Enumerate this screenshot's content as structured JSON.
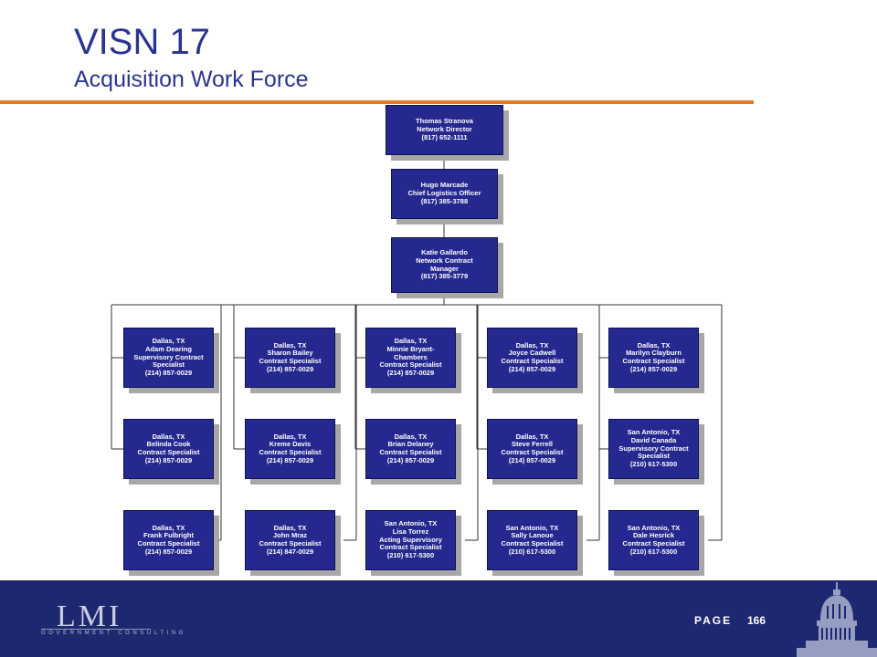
{
  "header": {
    "title": "VISN 17",
    "subtitle": "Acquisition Work Force"
  },
  "org_chart": {
    "director": [
      "Thomas Stranova",
      "Network Director",
      "(817) 652-1111"
    ],
    "logistics": [
      "Hugo Marcade",
      "Chief Logistics Officer",
      "(817) 385-3788"
    ],
    "contract_manager": [
      "Katie Gallardo",
      "Network Contract",
      "Manager",
      "(817) 385-3779"
    ],
    "columns": [
      [
        [
          "Dallas, TX",
          "Adam Dearing",
          "Supervisory Contract",
          "Specialist",
          "(214) 857-0029"
        ],
        [
          "Dallas, TX",
          "Belinda Cook",
          "Contract Specialist",
          "(214) 857-0029"
        ],
        [
          "Dallas, TX",
          "Frank Fulbright",
          "Contract Specialist",
          "(214) 857-0029"
        ]
      ],
      [
        [
          "Dallas, TX",
          "Sharon Bailey",
          "Contract Specialist",
          "(214) 857-0029"
        ],
        [
          "Dallas, TX",
          "Kreme Davis",
          "Contract Specialist",
          "(214) 857-0029"
        ],
        [
          "Dallas, TX",
          "John Mraz",
          "Contract Specialist",
          "(214) 847-0029"
        ]
      ],
      [
        [
          "Dallas, TX",
          "Minnie Bryant-",
          "Chambers",
          "Contract Specialist",
          "(214) 857-0029"
        ],
        [
          "Dallas, TX",
          "Brian Delaney",
          "Contract Specialist",
          "(214) 857-0029"
        ],
        [
          "San Antonio, TX",
          "Lisa Torrez",
          "Acting Supervisory",
          "Contract Specialist",
          "(210) 617-5300"
        ]
      ],
      [
        [
          "Dallas, TX",
          "Joyce Cadwell",
          "Contract Specialist",
          "(214) 857-0029"
        ],
        [
          "Dallas, TX",
          "Steve Ferrell",
          "Contract Specialist",
          "(214) 857-0029"
        ],
        [
          "San Antonio, TX",
          "Sally Lanoue",
          "Contract Specialist",
          "(210) 617-5300"
        ]
      ],
      [
        [
          "Dallas, TX",
          "Marilyn Clayburn",
          "Contract Specialist",
          "(214) 857-0029"
        ],
        [
          "San Antonio, TX",
          "David Canada",
          "Supervisory Contract",
          "Specialist",
          "(210) 617-5300"
        ],
        [
          "San Antonio, TX",
          "Dale Hesrick",
          "Contract Specialist",
          "(210) 617-5300"
        ]
      ]
    ]
  },
  "footer": {
    "logo_text": "LMI",
    "logo_tagline": "GOVERNMENT CONSULTING",
    "page_label": "PAGE",
    "page_number": "166",
    "background_color": "#1d2870"
  },
  "colors": {
    "title": "#2a3590",
    "accent_rule": "#e87722",
    "box_fill": "#25288f"
  }
}
